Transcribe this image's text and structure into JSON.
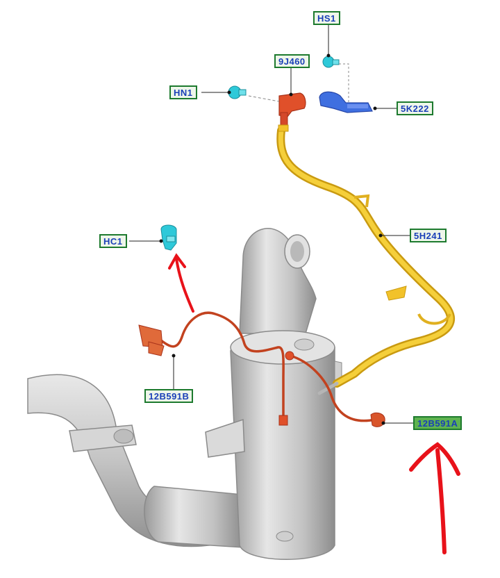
{
  "labels": {
    "hs1": "HS1",
    "j460": "9J460",
    "hn1": "HN1",
    "k222": "5K222",
    "h241": "5H241",
    "hc1": "HC1",
    "b591b": "12B591B",
    "b591a": "12B591A"
  },
  "colors": {
    "label_border": "#1d7a2e",
    "label_text": "#1a3fb8",
    "label_highlight": "#5fb350",
    "cyan_clip": "#2ec9d9",
    "sensor_red": "#e0502a",
    "bracket_blue": "#3f6fe0",
    "hose_yellow": "#f2c22a",
    "wire_orange": "#d9552b",
    "annotation_red": "#e8121a",
    "metal_grey": "#c9c9c9"
  }
}
